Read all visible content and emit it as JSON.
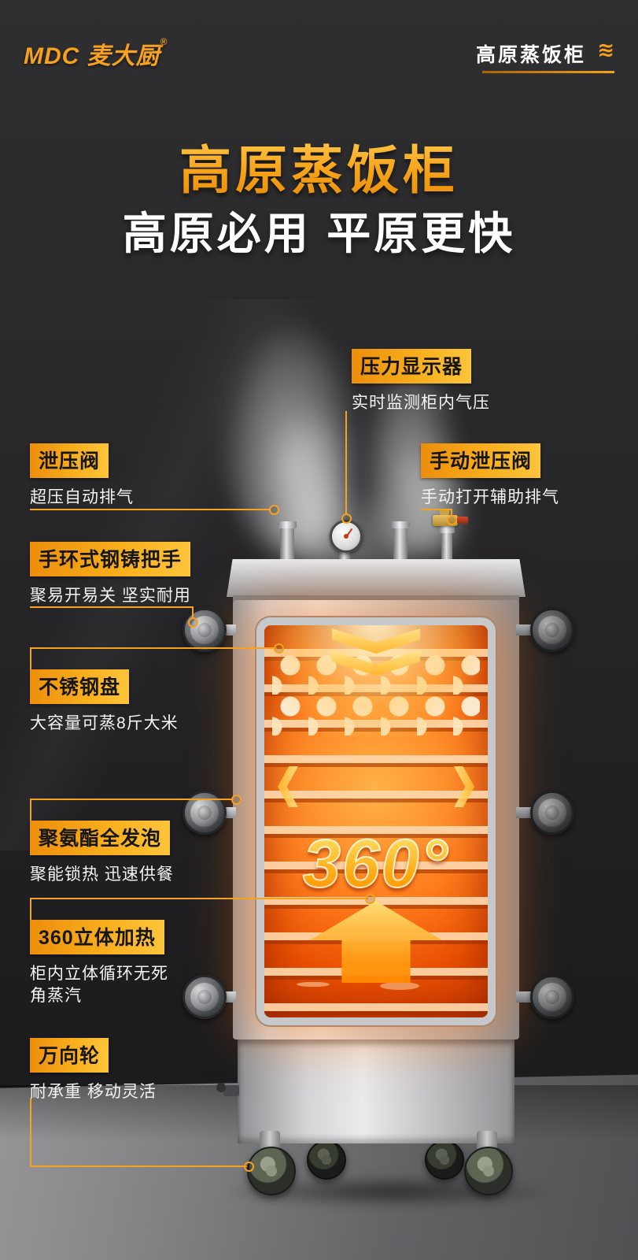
{
  "colors": {
    "accent": "#F6A11F",
    "label_gradient_start": "#ED8E0C",
    "label_gradient_end": "#FDC53B",
    "background_dark": "#232325",
    "floor_gray": "#7C7C7F",
    "title_gradient_start": "#FFD155",
    "title_gradient_end": "#E88B07",
    "interior_glow": "#FF7B1C"
  },
  "header": {
    "logo_en": "MDC",
    "logo_cn": "麦大厨",
    "reg": "®",
    "product": "高原蒸饭柜",
    "icon_glyph": "≋"
  },
  "hero": {
    "title": "高原蒸饭柜",
    "subtitle": "高原必用 平原更快"
  },
  "machine": {
    "badge": "360°"
  },
  "callouts": [
    {
      "id": "pressure-display",
      "label": "压力显示器",
      "desc": "实时监测柜内气压"
    },
    {
      "id": "relief-valve",
      "label": "泄压阀",
      "desc": "超压自动排气"
    },
    {
      "id": "manual-relief-valve",
      "label": "手动泄压阀",
      "desc": "手动打开辅助排气"
    },
    {
      "id": "cast-steel-handle",
      "label": "手环式钢铸把手",
      "desc": "聚易开易关 坚实耐用"
    },
    {
      "id": "stainless-tray",
      "label": "不锈钢盘",
      "desc": "大容量可蒸8斤大米"
    },
    {
      "id": "polyurethane-foam",
      "label": "聚氨酯全发泡",
      "desc": "聚能锁热 迅速供餐"
    },
    {
      "id": "360-heating",
      "label": "360立体加热",
      "desc": "柜内立体循环无死角蒸汽"
    },
    {
      "id": "universal-wheel",
      "label": "万向轮",
      "desc": "耐承重 移动灵活"
    }
  ]
}
